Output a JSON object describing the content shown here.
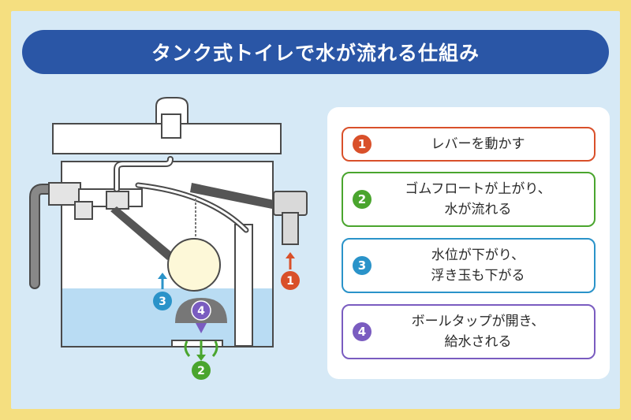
{
  "title": "タンク式トイレで水が流れる仕組み",
  "colors": {
    "step1": "#d9502a",
    "step2": "#4aa52e",
    "step3": "#2a93c9",
    "step4": "#7a5cc0",
    "title_bg": "#2a56a6",
    "water": "#b9dcf3"
  },
  "steps": [
    {
      "num": "1",
      "line1": "レバーを動かす",
      "line2": ""
    },
    {
      "num": "2",
      "line1": "ゴムフロートが上がり、",
      "line2": "水が流れる"
    },
    {
      "num": "3",
      "line1": "水位が下がり、",
      "line2": "浮き玉も下がる"
    },
    {
      "num": "4",
      "line1": "ボールタップが開き、",
      "line2": "給水される"
    }
  ],
  "markers": {
    "lever": "1",
    "outflow": "2",
    "float_ball": "3",
    "ball_tap": "4"
  }
}
